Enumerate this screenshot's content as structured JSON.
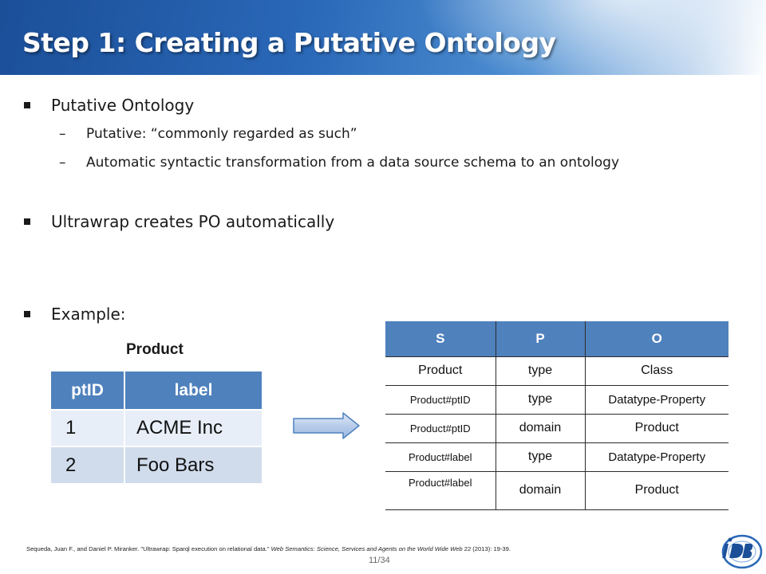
{
  "slide": {
    "title": "Step 1: Creating a Putative Ontology",
    "page_number": "11/34"
  },
  "bullets": {
    "b1": "Putative Ontology",
    "b1_sub1": "Putative: “commonly regarded as such”",
    "b1_sub2": "Automatic syntactic transformation from a data source schema to an ontology",
    "b2": "Ultrawrap creates PO automatically",
    "b3": "Example:"
  },
  "product_table": {
    "caption": "Product",
    "headers": [
      "ptID",
      "label"
    ],
    "rows": [
      [
        "1",
        "ACME Inc"
      ],
      [
        "2",
        "Foo Bars"
      ]
    ]
  },
  "spo_table": {
    "headers": [
      "S",
      "P",
      "O"
    ],
    "rows": [
      [
        "Product",
        "type",
        "Class"
      ],
      [
        "Product#ptID",
        "type",
        "Datatype-Property"
      ],
      [
        "Product#ptID",
        "domain",
        "Product"
      ],
      [
        "Product#label",
        "type",
        "Datatype-Property"
      ],
      [
        "Product#label",
        "domain",
        "Product"
      ]
    ]
  },
  "citation": {
    "authors": "Sequeda, Juan F., and Daniel P. Miranker. \"Ultrawrap: Sparql execution on relational data.\" ",
    "journal": "Web Semantics: Science, Services and Agents on the World Wide Web",
    "details": " 22 (2013): 19-39."
  },
  "colors": {
    "header_blue": "#4f81bd",
    "banner_blue": "#1b4f98"
  },
  "icons": {
    "arrow": "right-arrow-icon",
    "logo": "idb-logo"
  }
}
